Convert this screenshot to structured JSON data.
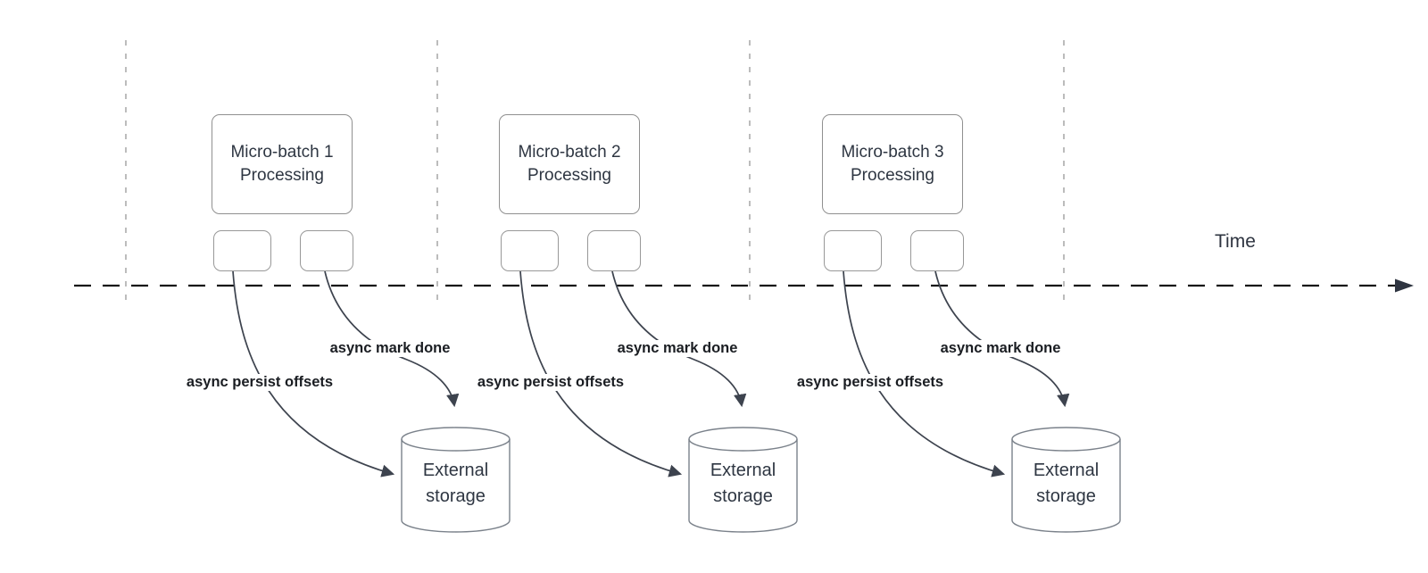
{
  "diagram": {
    "time_label": "Time",
    "groups": [
      {
        "box_line1": "Micro-batch 1",
        "box_line2": "Processing",
        "persist_label": "async persist offsets",
        "done_label": "async mark done",
        "storage_line1": "External",
        "storage_line2": "storage"
      },
      {
        "box_line1": "Micro-batch 2",
        "box_line2": "Processing",
        "persist_label": "async persist offsets",
        "done_label": "async mark done",
        "storage_line1": "External",
        "storage_line2": "storage"
      },
      {
        "box_line1": "Micro-batch 3",
        "box_line2": "Processing",
        "persist_label": "async persist offsets",
        "done_label": "async mark done",
        "storage_line1": "External",
        "storage_line2": "storage"
      }
    ],
    "colors": {
      "time_axis": "#141414",
      "gridline": "#ababab",
      "arrow_curve": "#3d434e",
      "shape_border": "#909090",
      "shape_text": "#2e3642",
      "edge_label_text": "#1a1d22"
    }
  }
}
